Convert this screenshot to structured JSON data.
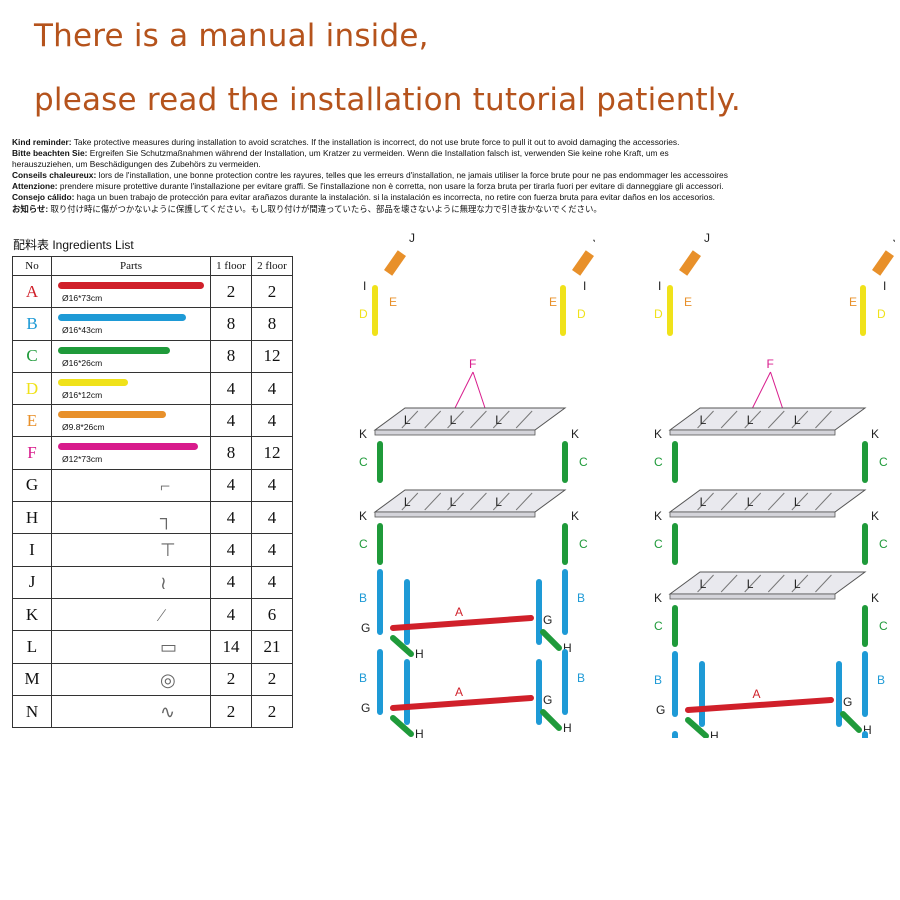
{
  "header": {
    "line1": "There is a manual inside,",
    "line2": "please read the installation tutorial patiently."
  },
  "reminders": [
    {
      "label": "Kind reminder:",
      "text": "Take protective measures during installation to avoid scratches. If the installation is incorrect, do not use brute force to pull it out to avoid damaging the accessories."
    },
    {
      "label": "Bitte beachten Sie:",
      "text": "Ergreifen Sie Schutzmaßnahmen während der Installation, um Kratzer zu vermeiden. Wenn die Installation falsch ist, verwenden Sie keine rohe Kraft, um es",
      "cont": "herauszuziehen, um Beschädigungen des Zubehörs zu vermeiden."
    },
    {
      "label": "Conseils chaleureux:",
      "text": "lors de l'installation, une bonne protection contre les rayures, telles que les erreurs d'installation, ne jamais utiliser la force brute pour ne pas endommager les accessoires"
    },
    {
      "label": "Attenzione:",
      "text": "prendere misure protettive durante l'installazione per evitare graffi. Se l'installazione non è corretta, non usare la forza bruta per tirarla fuori per evitare di danneggiare gli accessori."
    },
    {
      "label": "Consejo cálido:",
      "text": "haga un buen trabajo de protección para evitar arañazos durante la instalación. si la instalación es incorrecta, no retire con fuerza bruta para evitar daños en los accesorios."
    },
    {
      "label": "お知らせ:",
      "text": "取り付け時に傷がつかないように保護してください。もし取り付けが間違っていたら、部品を壊さないように無理な力で引き抜かないでください。"
    }
  ],
  "list_title": "配料表  Ingredients List",
  "table": {
    "headers": [
      "No",
      "Parts",
      "1 floor",
      "2 floor"
    ],
    "rows": [
      {
        "no": "A",
        "color": "#d0202a",
        "spec": "Ø16*73cm",
        "f1": "2",
        "f2": "2"
      },
      {
        "no": "B",
        "color": "#1e9ad6",
        "spec": "Ø16*43cm",
        "f1": "8",
        "f2": "8"
      },
      {
        "no": "C",
        "color": "#1f9a3a",
        "spec": "Ø16*26cm",
        "f1": "8",
        "f2": "12"
      },
      {
        "no": "D",
        "color": "#f0e21a",
        "spec": "Ø16*12cm",
        "f1": "4",
        "f2": "4"
      },
      {
        "no": "E",
        "color": "#e8902a",
        "spec": "Ø9.8*26cm",
        "f1": "4",
        "f2": "4"
      },
      {
        "no": "F",
        "color": "#d81b8c",
        "spec": "Ø12*73cm",
        "f1": "8",
        "f2": "12"
      },
      {
        "no": "G",
        "icon": "elbow-connector-icon",
        "f1": "4",
        "f2": "4"
      },
      {
        "no": "H",
        "icon": "l-connector-icon",
        "f1": "4",
        "f2": "4"
      },
      {
        "no": "I",
        "icon": "t-connector-icon",
        "f1": "4",
        "f2": "4"
      },
      {
        "no": "J",
        "icon": "hook-icon",
        "f1": "4",
        "f2": "4"
      },
      {
        "no": "K",
        "icon": "corner-clip-icon",
        "f1": "4",
        "f2": "6"
      },
      {
        "no": "L",
        "icon": "shelf-slat-icon",
        "f1": "14",
        "f2": "21"
      },
      {
        "no": "M",
        "icon": "foot-pad-icon",
        "f1": "2",
        "f2": "2"
      },
      {
        "no": "N",
        "icon": "tie-icon",
        "f1": "2",
        "f2": "2"
      }
    ]
  },
  "diagram": {
    "labels": {
      "A": "A",
      "B": "B",
      "C": "C",
      "D": "D",
      "E": "E",
      "F": "F",
      "G": "G",
      "H": "H",
      "I": "I",
      "J": "J",
      "K": "K",
      "L": "L"
    },
    "colors": {
      "A": "#d0202a",
      "B": "#1e9ad6",
      "C": "#1f9a3a",
      "D": "#f0e21a",
      "E": "#e8902a",
      "F": "#d81b8c"
    }
  }
}
